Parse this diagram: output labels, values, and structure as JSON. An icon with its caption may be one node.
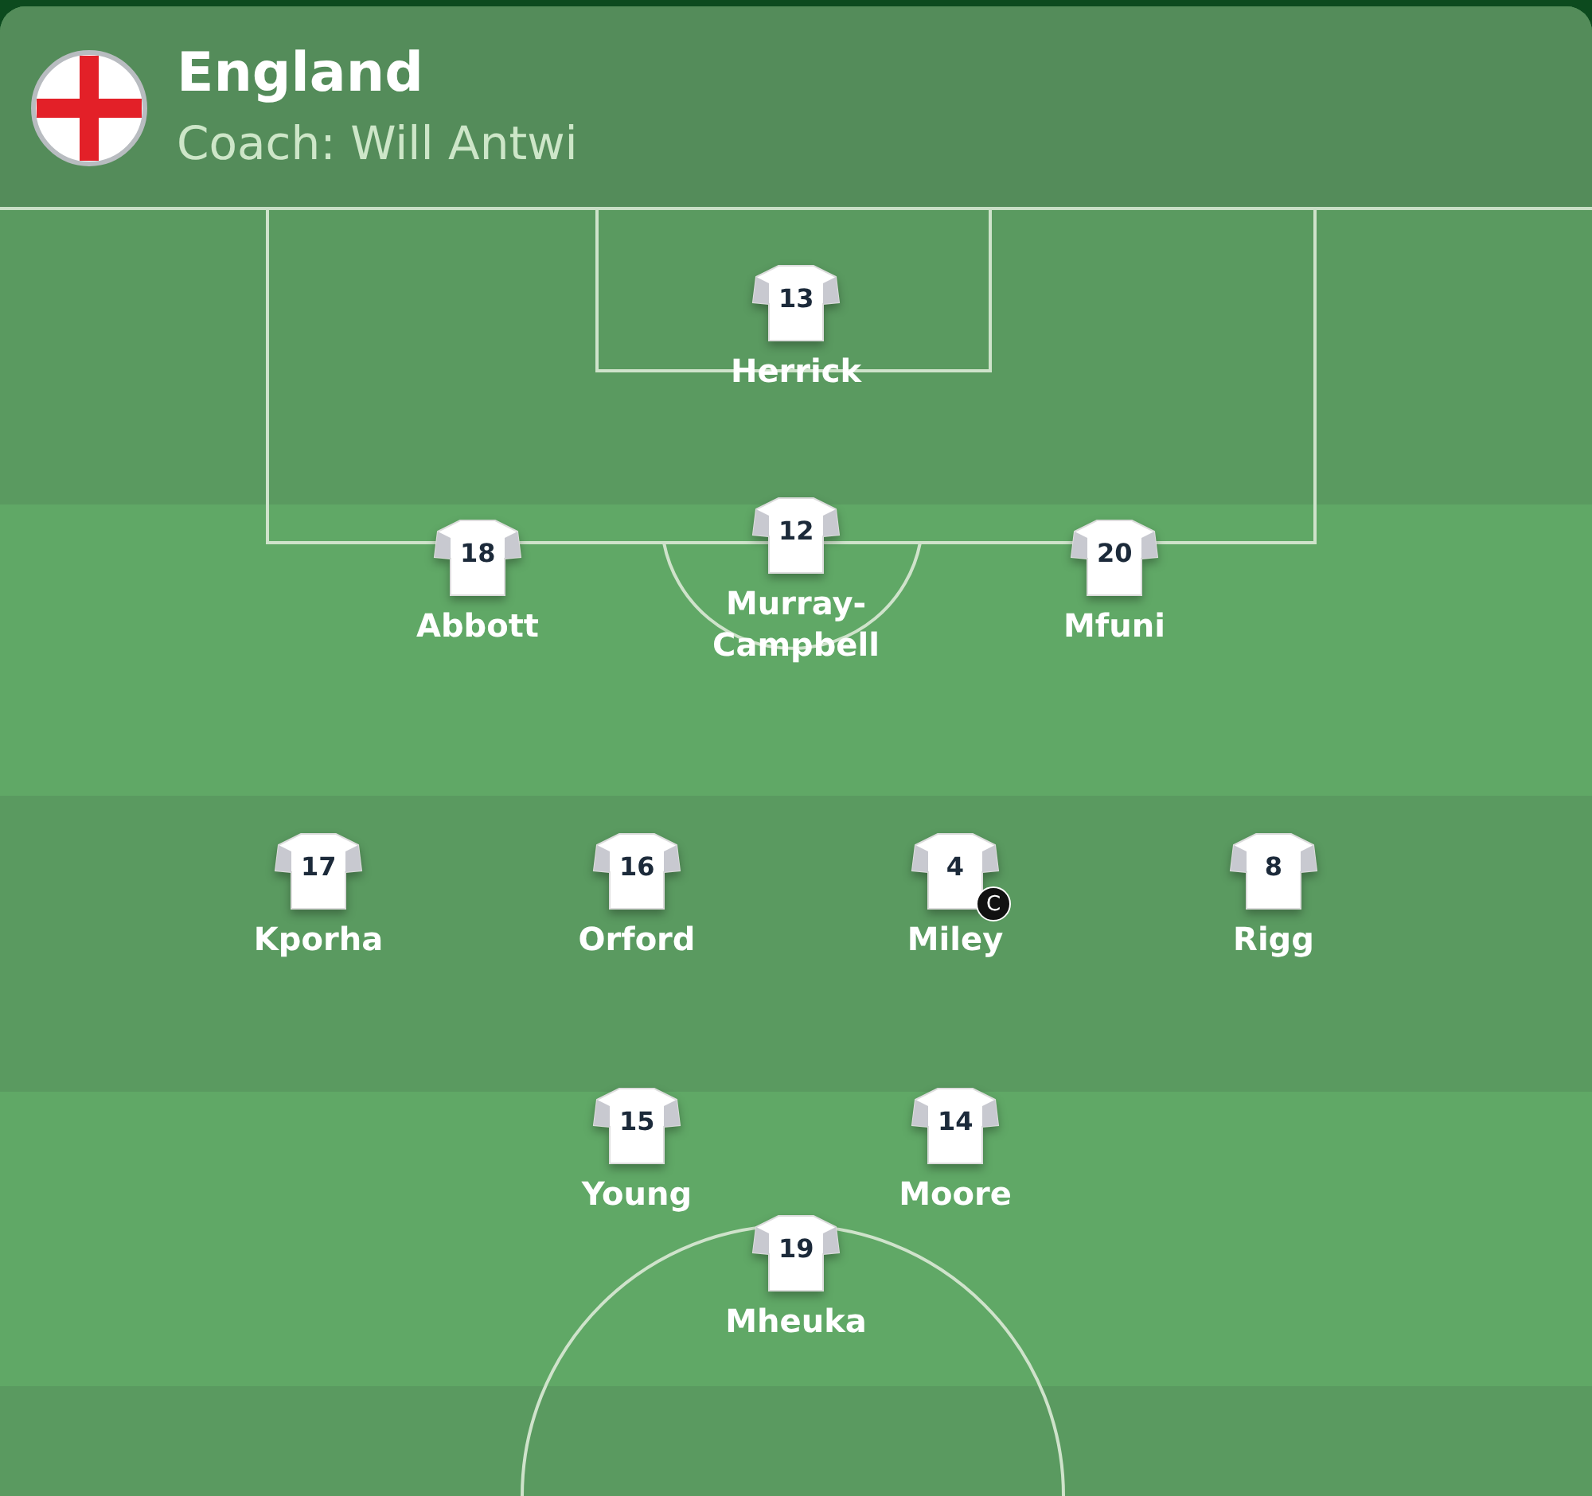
{
  "diagram": {
    "title": "England",
    "labels": [
      "Coach: Will Antwi"
    ],
    "nodes": [
      {
        "text": [
          "13"
        ],
        "beside": [
          "Herrick"
        ]
      },
      {
        "text": [
          "18"
        ],
        "beside": [
          "Abbott"
        ]
      },
      {
        "text": [
          "12"
        ],
        "beside": [
          "Murray-Campbell"
        ]
      },
      {
        "text": [
          "20"
        ],
        "beside": [
          "Mfuni"
        ]
      },
      {
        "text": [
          "17"
        ],
        "beside": [
          "Kporha"
        ]
      },
      {
        "text": [
          "16"
        ],
        "beside": [
          "Orford"
        ]
      },
      {
        "text": [
          "4"
        ],
        "beside": [
          "Miley",
          "C"
        ]
      },
      {
        "text": [
          "8"
        ],
        "beside": [
          "Rigg"
        ]
      },
      {
        "text": [
          "15"
        ],
        "beside": [
          "Young"
        ]
      },
      {
        "text": [
          "14"
        ],
        "beside": [
          "Moore"
        ]
      },
      {
        "text": [
          "19"
        ],
        "beside": [
          "Mheuka"
        ]
      }
    ]
  }
}
